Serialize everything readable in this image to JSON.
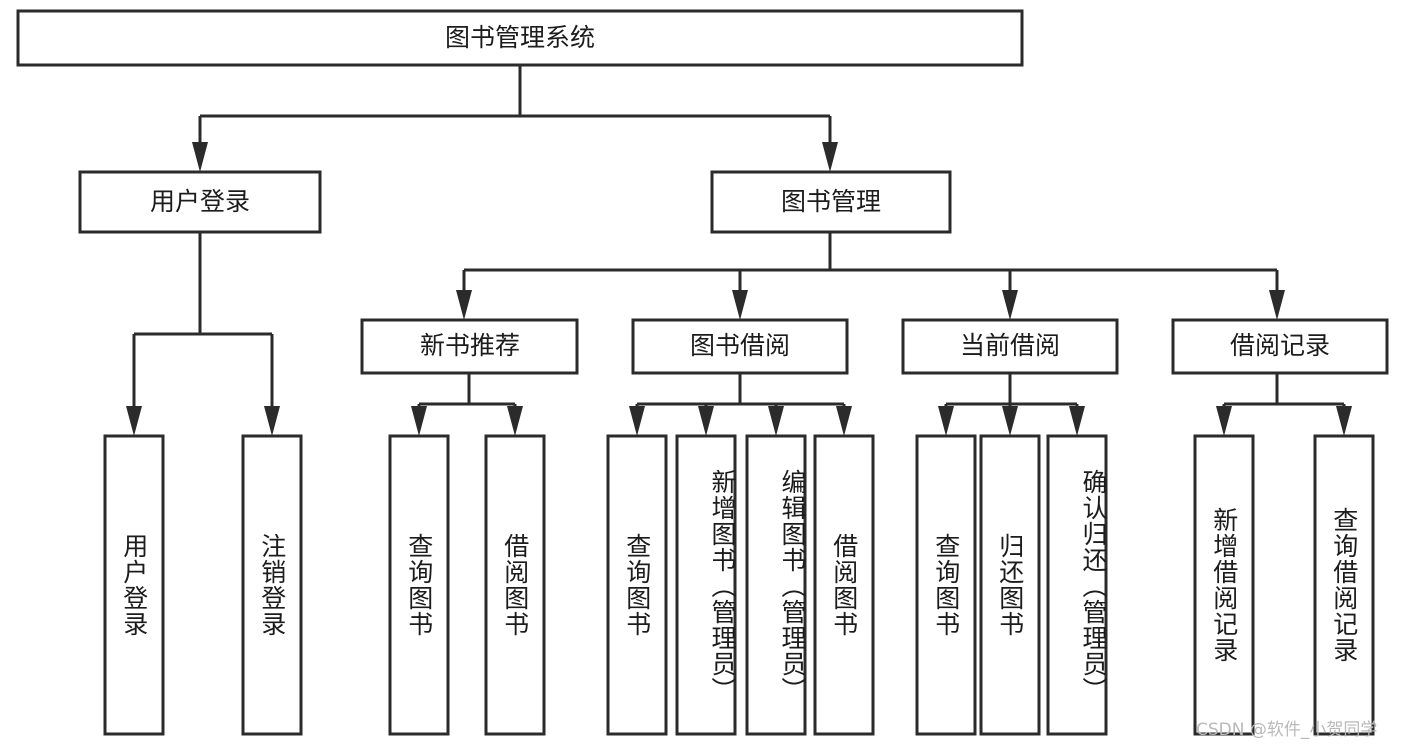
{
  "diagram": {
    "type": "tree",
    "title": "图书管理系统",
    "orientation": "top-down",
    "colors": {
      "box_fill": "#ffffff",
      "box_stroke": "#2b2b2b",
      "text": "#1c1c1c",
      "connector": "#2b2b2b",
      "watermark": "#b9b9b9",
      "background": "#ffffff"
    },
    "nodes": {
      "root": {
        "id": "root",
        "label": "图书管理系统",
        "level": 0,
        "orientation": "horizontal"
      },
      "level1": [
        {
          "id": "user-login",
          "label": "用户登录",
          "level": 1,
          "orientation": "horizontal"
        },
        {
          "id": "book-manage",
          "label": "图书管理",
          "level": 1,
          "orientation": "horizontal"
        }
      ],
      "level2": [
        {
          "id": "new-book-recommend",
          "label": "新书推荐",
          "level": 2,
          "orientation": "horizontal",
          "parent": "book-manage"
        },
        {
          "id": "book-borrow",
          "label": "图书借阅",
          "level": 2,
          "orientation": "horizontal",
          "parent": "book-manage"
        },
        {
          "id": "current-borrow",
          "label": "当前借阅",
          "level": 2,
          "orientation": "horizontal",
          "parent": "book-manage"
        },
        {
          "id": "borrow-record",
          "label": "借阅记录",
          "level": 2,
          "orientation": "horizontal",
          "parent": "book-manage"
        }
      ],
      "leaves": [
        {
          "id": "leaf-user-login",
          "label": "用户登录",
          "parent": "user-login",
          "orientation": "vertical"
        },
        {
          "id": "leaf-logout-login",
          "label": "注销登录",
          "parent": "user-login",
          "orientation": "vertical"
        },
        {
          "id": "leaf-query-book-1",
          "label": "查询图书",
          "parent": "new-book-recommend",
          "orientation": "vertical"
        },
        {
          "id": "leaf-borrow-book-1",
          "label": "借阅图书",
          "parent": "new-book-recommend",
          "orientation": "vertical"
        },
        {
          "id": "leaf-query-book-2",
          "label": "查询图书",
          "parent": "book-borrow",
          "orientation": "vertical"
        },
        {
          "id": "leaf-add-book",
          "label": "新增图书（管理员）",
          "parent": "book-borrow",
          "orientation": "vertical"
        },
        {
          "id": "leaf-edit-book",
          "label": "编辑图书（管理员）",
          "parent": "book-borrow",
          "orientation": "vertical"
        },
        {
          "id": "leaf-borrow-book-2",
          "label": "借阅图书",
          "parent": "book-borrow",
          "orientation": "vertical"
        },
        {
          "id": "leaf-query-book-3",
          "label": "查询图书",
          "parent": "current-borrow",
          "orientation": "vertical"
        },
        {
          "id": "leaf-return-book",
          "label": "归还图书",
          "parent": "current-borrow",
          "orientation": "vertical"
        },
        {
          "id": "leaf-confirm-return",
          "label": "确认归还（管理员）",
          "parent": "current-borrow",
          "orientation": "vertical"
        },
        {
          "id": "leaf-add-record",
          "label": "新增借阅记录",
          "parent": "borrow-record",
          "orientation": "vertical"
        },
        {
          "id": "leaf-query-record",
          "label": "查询借阅记录",
          "parent": "borrow-record",
          "orientation": "vertical"
        }
      ]
    },
    "watermark": "CSDN @软件_小贺同学"
  }
}
